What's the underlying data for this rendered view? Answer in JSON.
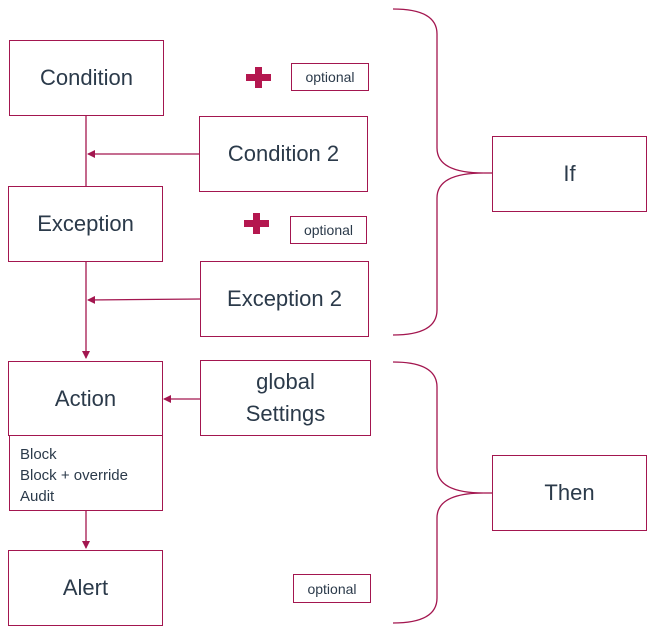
{
  "colors": {
    "accent": "#a3164f",
    "text": "#2b3a4a"
  },
  "nodes": {
    "condition": "Condition",
    "condition2": "Condition 2",
    "exception": "Exception",
    "exception2": "Exception 2",
    "action": "Action",
    "global_settings_line1": "global",
    "global_settings_line2": "Settings",
    "alert": "Alert"
  },
  "action_options": [
    "Block",
    "Block + override",
    "Audit"
  ],
  "optional_labels": [
    "optional",
    "optional",
    "optional"
  ],
  "groups": {
    "if_label": "If",
    "then_label": "Then"
  },
  "icons": [
    "plus-icon",
    "plus-icon"
  ]
}
